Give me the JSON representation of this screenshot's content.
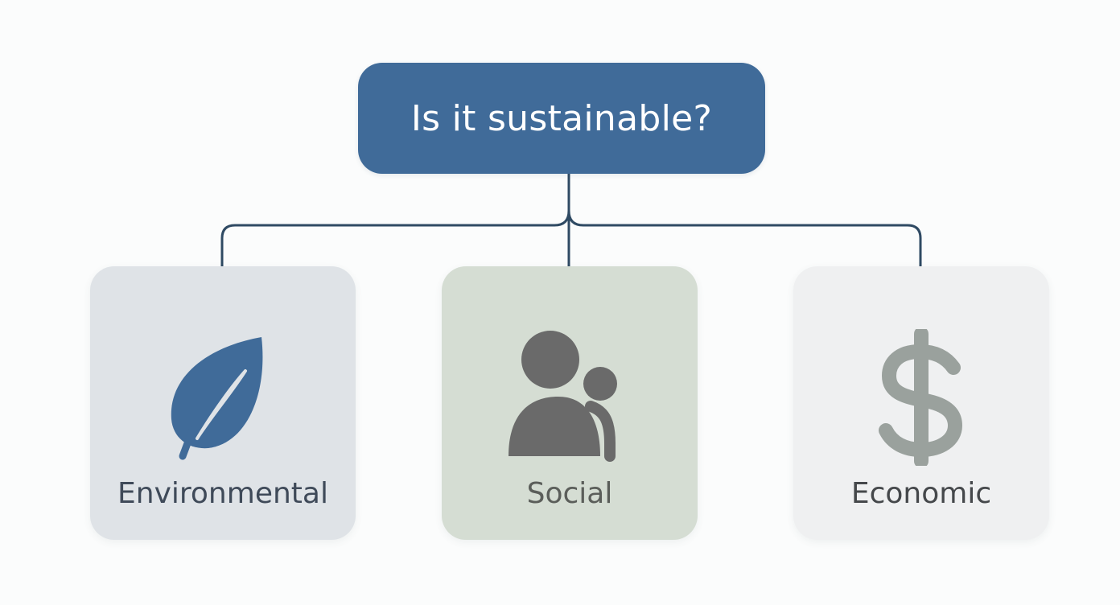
{
  "diagram": {
    "title": "Is it sustainable?",
    "branches": [
      {
        "label": "Environmental",
        "icon": "leaf-icon"
      },
      {
        "label": "Social",
        "icon": "people-icon"
      },
      {
        "label": "Economic",
        "icon": "dollar-icon"
      }
    ]
  },
  "colors": {
    "root_fill": "#406b99",
    "connector": "#2f4a63",
    "environmental_card": "#dfe3e7",
    "social_card": "#d5ddd3",
    "economic_card": "#eff0f1",
    "leaf_icon": "#406b99",
    "people_icon": "#6a6a6a",
    "dollar_icon": "#9aa19d"
  }
}
